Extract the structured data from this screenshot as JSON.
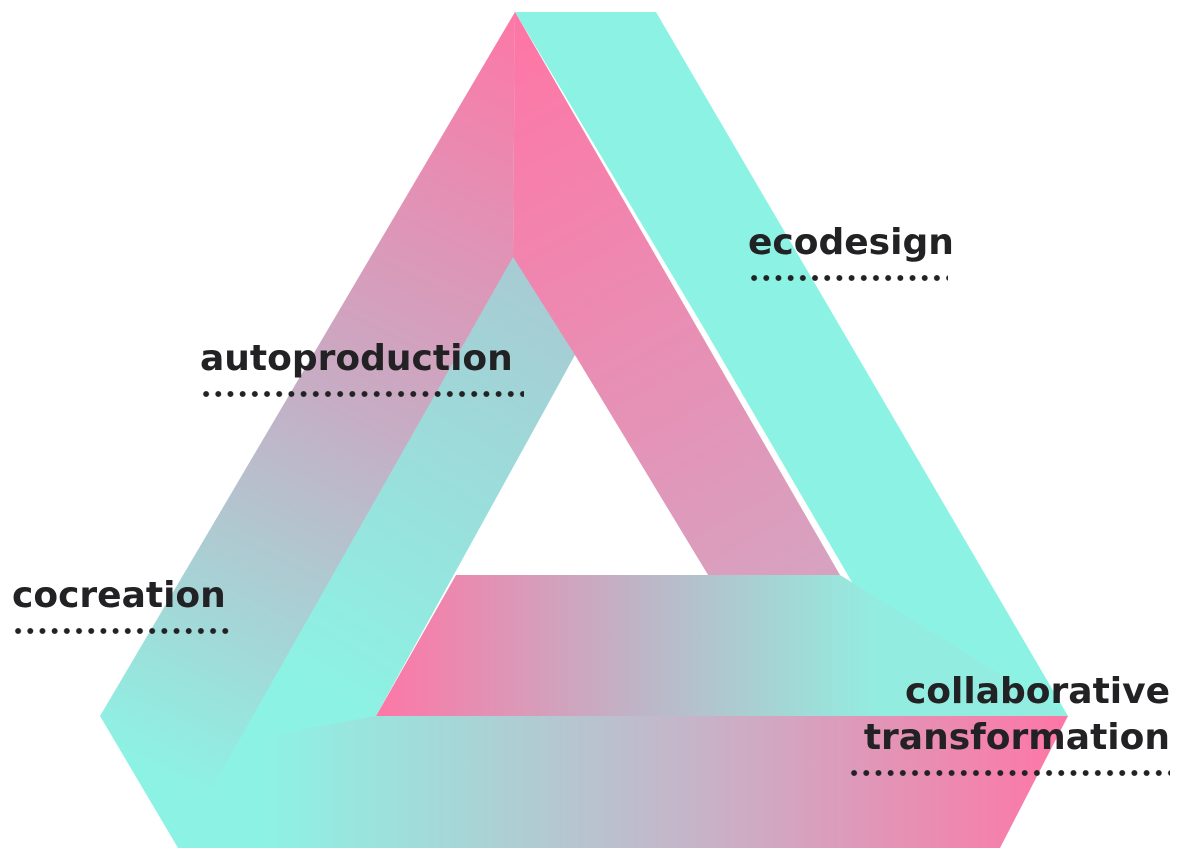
{
  "labels": {
    "ecodesign": "ecodesign",
    "autoproduction": "autoproduction",
    "cocreation": "cocreation",
    "collaborative_line1": "collaborative",
    "collaborative_line2": "transformation"
  },
  "colors": {
    "turquoise": "#8cf3e4",
    "pink": "#fd77a6",
    "text": "#222224",
    "background": "#ffffff"
  }
}
